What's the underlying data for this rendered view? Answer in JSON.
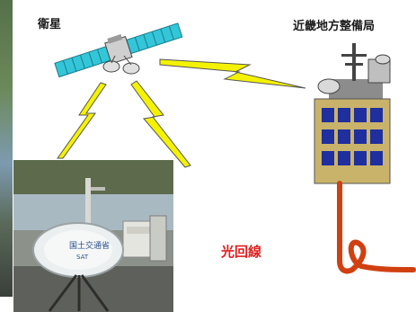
{
  "labels": {
    "satellite": "衛星",
    "regional_bureau": "近畿地方整備局",
    "fiber_line": "光回線"
  },
  "photo_texts": {
    "dish_logo": "国土交通省",
    "dish_sub": "SAT"
  },
  "colors": {
    "lightning": "#f5f200",
    "lightning_stroke": "#555555",
    "solar_panel": "#33c6d8",
    "building": "#c9b36a",
    "window": "#1f2f9e",
    "fiber_cable": "#d04010",
    "label_red": "#e02020"
  },
  "icons": {
    "satellite": "satellite-icon",
    "building": "building-icon",
    "dish": "satellite-dish-icon"
  }
}
